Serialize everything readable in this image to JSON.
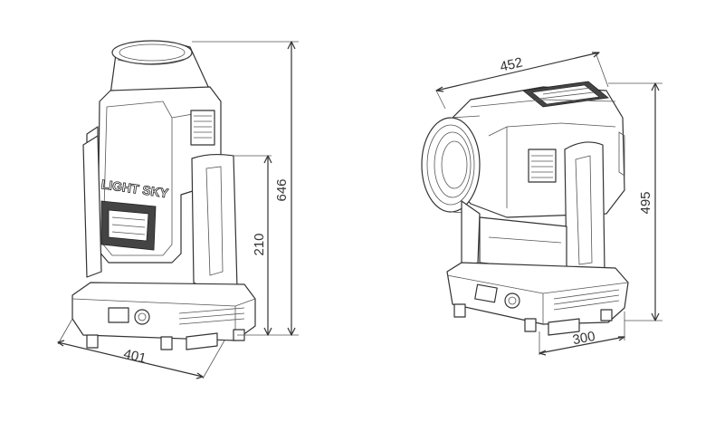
{
  "fixture_left": {
    "logo_text": "LIGHT SKY",
    "dimensions": {
      "height": "646",
      "arm_height": "210",
      "width": "401"
    }
  },
  "fixture_right": {
    "dimensions": {
      "length": "452",
      "height": "495",
      "depth": "300"
    }
  },
  "colors": {
    "line": "#333333",
    "background": "#ffffff"
  }
}
